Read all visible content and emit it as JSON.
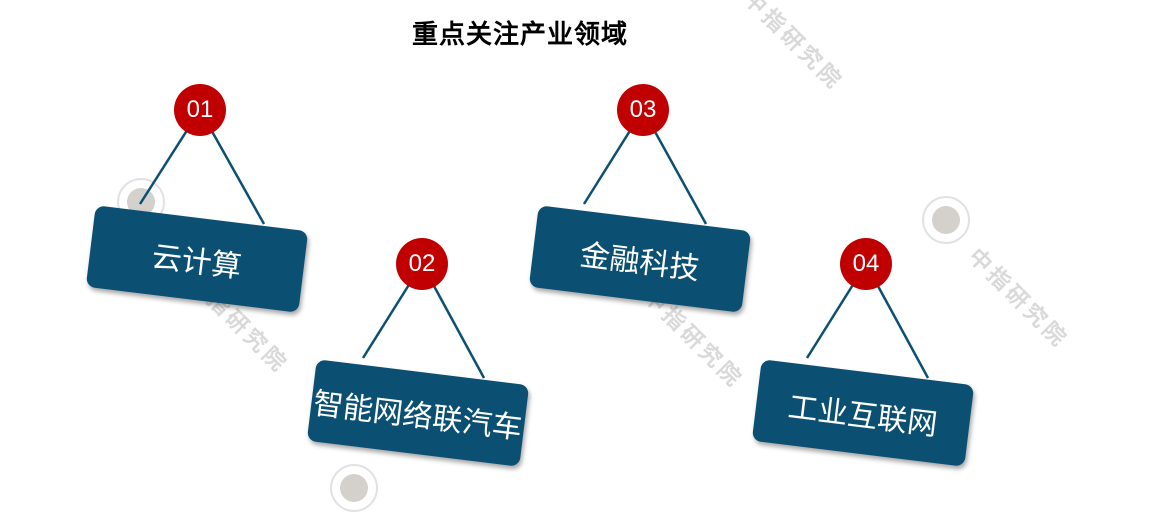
{
  "title": "重点关注产业领域",
  "items": [
    {
      "number": "01",
      "label": "云计算"
    },
    {
      "number": "02",
      "label": "智能网络联汽车"
    },
    {
      "number": "03",
      "label": "金融科技"
    },
    {
      "number": "04",
      "label": "工业互联网"
    }
  ],
  "watermark": "中指研究院",
  "colors": {
    "badge": "#c00000",
    "sign": "#0b5072",
    "string": "#0b5072"
  }
}
